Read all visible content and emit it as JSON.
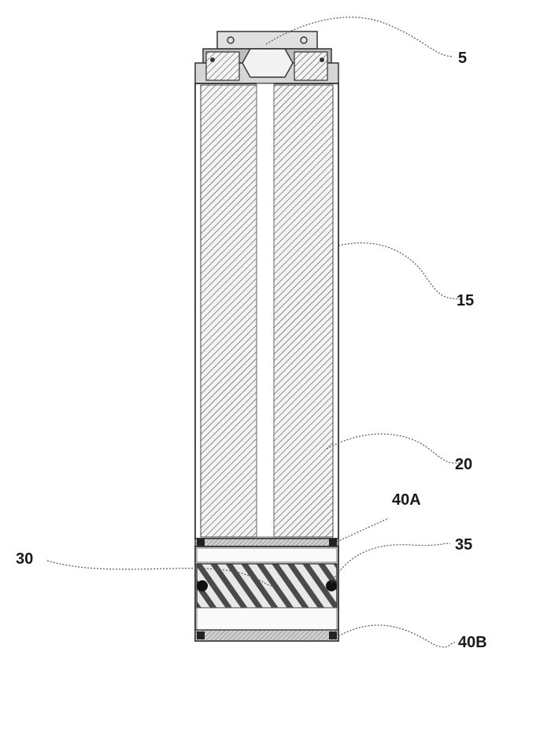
{
  "figure": {
    "labels": {
      "cap": "5",
      "housing": "15",
      "filter_medium": "20",
      "bottom_plug": "30",
      "o_ring": "35",
      "upper_gasket": "40A",
      "lower_gasket": "40B"
    }
  }
}
